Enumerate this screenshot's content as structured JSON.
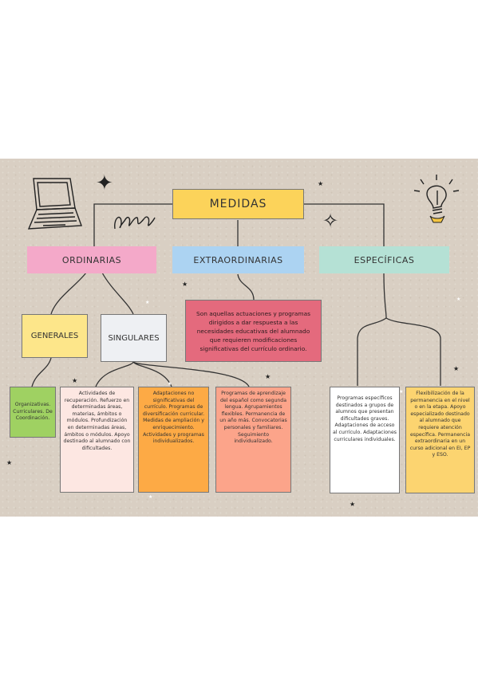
{
  "root": "MEDIDAS",
  "categories": {
    "ordinarias": "ORDINARIAS",
    "extraordinarias": "EXTRAORDINARIAS",
    "especificas": "ESPECÍFICAS"
  },
  "subcategories": {
    "generales": "GENERALES",
    "singulares": "SINGULARES"
  },
  "extraordinarias_description": "Son aquellas actuaciones y programas dirigidos a dar respuesta a las necesidades educativas del alumnado que requieren modificaciones significativas del currículo ordinario.",
  "leaves": {
    "generales": "Organizativas. Curriculares. De Coordinación.",
    "singulares_1": "Actividades de recuperación. Refuerzo en determinadas áreas, materias, ámbitos o módulos. Profundización en determinadas áreas, ámbitos o módulos. Apoyo destinado al alumnado con dificultades.",
    "singulares_2": "Adaptaciones no significativas del currículo. Programas de diversificación curricular. Medidas de ampliación y enriquecimiento. Actividades y programas individualizados.",
    "singulares_3": "Programas de aprendizaje del español como segunda lengua. Agrupamientos flexibles. Permanencia de un año más. Convocatorias personales y familiares. Seguimiento individualizado.",
    "especificas_1": "Programas específicos destinados a grupos de alumnos que presentan dificultades graves. Adaptaciones de acceso al currículo. Adaptaciones curriculares individuales.",
    "especificas_2": "Flexibilización de la permanencia en el nivel o en la etapa. Apoyo especializado destinado al alumnado que requiere atención específica. Permanencia extraordinaria en un curso adicional en EI, EP y ESO."
  },
  "colors": {
    "background": "#d9cfc3",
    "root": "#fcd35a",
    "ordinarias": "#f4a9c9",
    "extraordinarias": "#acd3f2",
    "especificas": "#b5e1d5",
    "subcategory": "#fde68a",
    "subcategory_alt": "#eef0f3",
    "description": "#e46a7d",
    "leaf_green": "#9fd162",
    "leaf_pink": "#fde7e2",
    "leaf_orange": "#fdaa45",
    "leaf_salmon": "#fca48a",
    "leaf_white": "#ffffff",
    "leaf_yellow": "#fcd470"
  },
  "icons": [
    "laptop-icon",
    "lightbulb-icon",
    "sparkle-icon",
    "spiral-doodle-icon"
  ]
}
